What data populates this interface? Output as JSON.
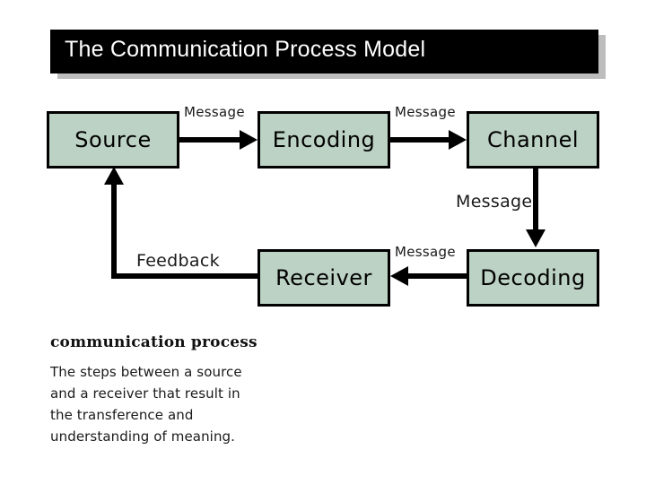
{
  "slide": {
    "title": "The Communication Process Model",
    "background_color": "#ffffff",
    "title_bar_color": "#000000",
    "title_text_color": "#ffffff",
    "title_shadow_color": "#bdbdbd",
    "node_fill_color": "#bcd2c4",
    "node_border_color": "#000000",
    "arrow_color": "#000000"
  },
  "diagram": {
    "nodes": [
      {
        "id": "source",
        "label": "Source"
      },
      {
        "id": "encoding",
        "label": "Encoding"
      },
      {
        "id": "channel",
        "label": "Channel"
      },
      {
        "id": "decoding",
        "label": "Decoding"
      },
      {
        "id": "receiver",
        "label": "Receiver"
      }
    ],
    "edges": [
      {
        "from": "source",
        "to": "encoding",
        "label": "Message",
        "direction": "right"
      },
      {
        "from": "encoding",
        "to": "channel",
        "label": "Message",
        "direction": "right"
      },
      {
        "from": "channel",
        "to": "decoding",
        "label": "Message",
        "direction": "down"
      },
      {
        "from": "decoding",
        "to": "receiver",
        "label": "Message",
        "direction": "left"
      },
      {
        "from": "receiver",
        "to": "source",
        "label": "Feedback",
        "direction": "loop-left-up"
      }
    ]
  },
  "definition": {
    "term": "communication process",
    "lines": [
      "The steps between a source",
      "and a receiver that result in",
      "the transference and",
      "understanding of meaning."
    ]
  }
}
